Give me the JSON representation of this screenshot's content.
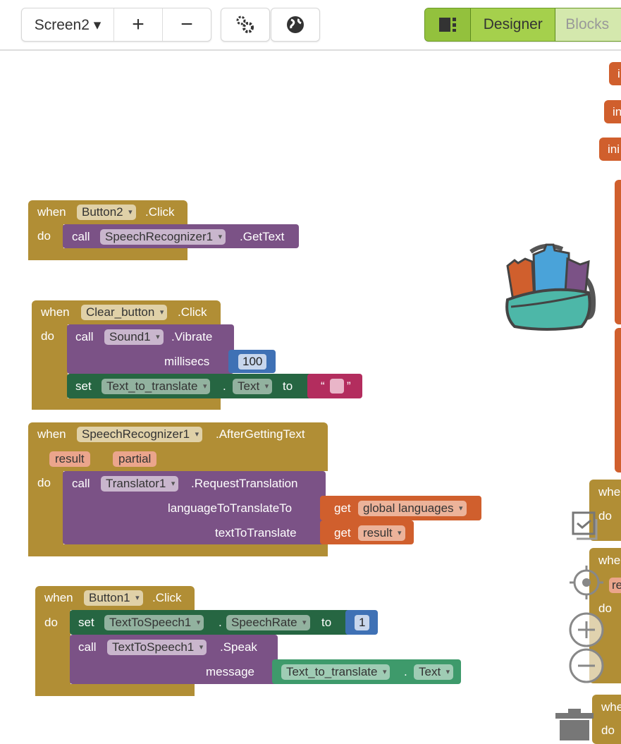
{
  "toolbar": {
    "screen": "Screen2 ▾",
    "add": "+",
    "remove": "−",
    "settings_icon": "gears-icon",
    "globe_icon": "globe-icon",
    "designer": "Designer",
    "blocks": "Blocks"
  },
  "blocks": {
    "b1": {
      "when": "when",
      "component": "Button2",
      "event": ".Click",
      "do": "do",
      "call": "call",
      "callee": "SpeechRecognizer1",
      "method": ".GetText"
    },
    "b2": {
      "when": "when",
      "component": "Clear_button",
      "event": ".Click",
      "do": "do",
      "call": "call",
      "callee": "Sound1",
      "method": ".Vibrate",
      "param": "millisecs",
      "value": "100",
      "set": "set",
      "target": "Text_to_translate",
      "dot": ".",
      "prop": "Text",
      "to": "to",
      "quote_open": "“",
      "quote_close": "”"
    },
    "b3": {
      "when": "when",
      "component": "SpeechRecognizer1",
      "event": ".AfterGettingText",
      "p1": "result",
      "p2": "partial",
      "do": "do",
      "call": "call",
      "callee": "Translator1",
      "method": ".RequestTranslation",
      "param1": "languageToTranslateTo",
      "param2": "textToTranslate",
      "get": "get",
      "var1": "global languages",
      "var2": "result"
    },
    "b4": {
      "when": "when",
      "component": "Button1",
      "event": ".Click",
      "do": "do",
      "set": "set",
      "target": "TextToSpeech1",
      "dot": ".",
      "prop": "SpeechRate",
      "to": "to",
      "value": "1",
      "call": "call",
      "callee": "TextToSpeech1",
      "method": ".Speak",
      "param": "message",
      "getter": "Text_to_translate",
      "prop2": "Text"
    }
  },
  "right": {
    "init1": "i",
    "init2": "in",
    "init3": "ini",
    "when1": "whe",
    "do1": "do",
    "when2": "whe",
    "p": "re",
    "do2": "do",
    "when3": "whe",
    "do3": "do"
  }
}
